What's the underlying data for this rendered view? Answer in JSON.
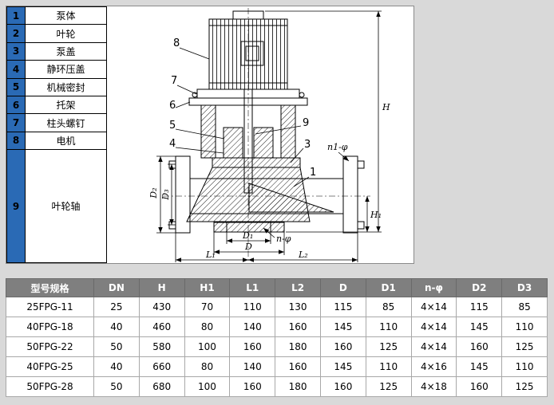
{
  "parts_table": {
    "rows": [
      {
        "num": "1",
        "label": "泵体"
      },
      {
        "num": "2",
        "label": "叶轮"
      },
      {
        "num": "3",
        "label": "泵盖"
      },
      {
        "num": "4",
        "label": "静环压盖"
      },
      {
        "num": "5",
        "label": "机械密封"
      },
      {
        "num": "6",
        "label": "托架"
      },
      {
        "num": "7",
        "label": "柱头螺钉"
      },
      {
        "num": "8",
        "label": "电机"
      },
      {
        "num": "9",
        "label": "叶轮轴"
      }
    ]
  },
  "drawing": {
    "callouts": [
      "8",
      "7",
      "6",
      "5",
      "4",
      "9",
      "3",
      "1"
    ],
    "dims": {
      "h": "H",
      "h1": "H₁",
      "d2": "D₂",
      "d3": "D₃",
      "d1": "D₁",
      "d": "D",
      "l1": "L₁",
      "l2": "L₂",
      "n_phi": "n-φ",
      "n1_phi": "n1-φ"
    }
  },
  "spec_table": {
    "headers": [
      "型号规格",
      "DN",
      "H",
      "H1",
      "L1",
      "L2",
      "D",
      "D1",
      "n-φ",
      "D2",
      "D3"
    ],
    "rows": [
      [
        "25FPG-11",
        "25",
        "430",
        "70",
        "110",
        "130",
        "115",
        "85",
        "4×14",
        "115",
        "85"
      ],
      [
        "40FPG-18",
        "40",
        "460",
        "80",
        "140",
        "160",
        "145",
        "110",
        "4×14",
        "145",
        "110"
      ],
      [
        "50FPG-22",
        "50",
        "580",
        "100",
        "160",
        "180",
        "160",
        "125",
        "4×14",
        "160",
        "125"
      ],
      [
        "40FPG-25",
        "40",
        "660",
        "80",
        "140",
        "160",
        "145",
        "110",
        "4×16",
        "145",
        "110"
      ],
      [
        "50FPG-28",
        "50",
        "680",
        "100",
        "160",
        "180",
        "160",
        "125",
        "4×18",
        "160",
        "125"
      ]
    ]
  }
}
